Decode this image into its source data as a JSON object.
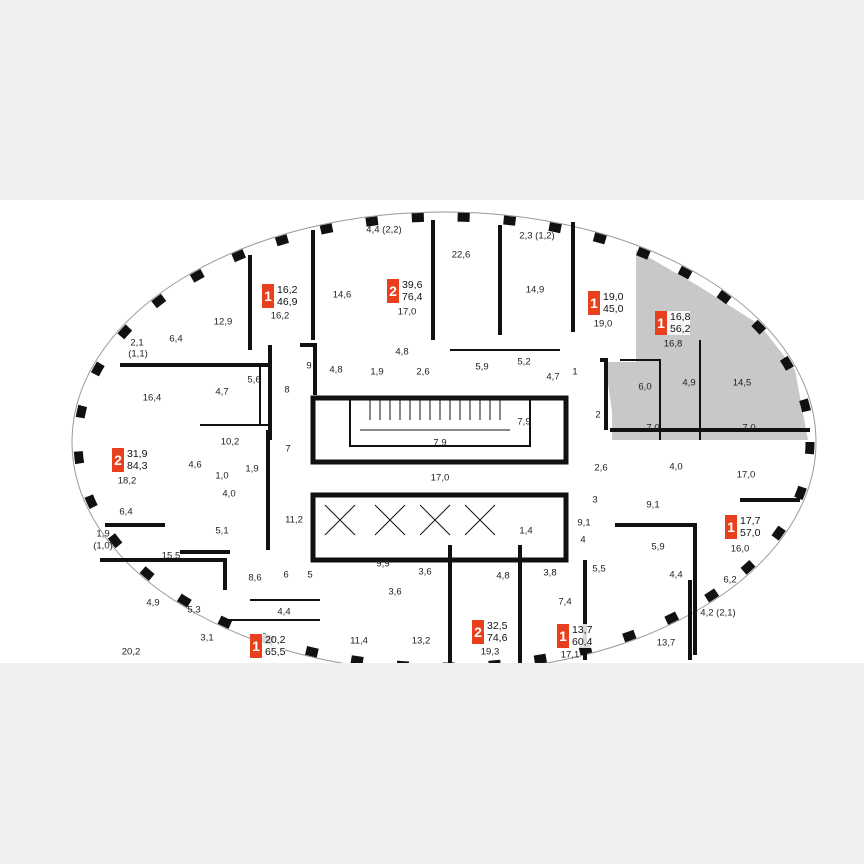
{
  "colors": {
    "badge": "#e8401c",
    "selected_apartment": "#c8c8c8",
    "wall": "#111111",
    "background": "#efefef"
  },
  "apartments": [
    {
      "rooms": "1",
      "living": "16,2",
      "total": "46,9",
      "room": "16,2"
    },
    {
      "rooms": "2",
      "living": "39,6",
      "total": "76,4",
      "room": "17,0"
    },
    {
      "rooms": "1",
      "living": "19,0",
      "total": "45,0",
      "room": "19,0"
    },
    {
      "rooms": "1",
      "living": "16,8",
      "total": "56,2",
      "room": "16,8",
      "selected": true
    },
    {
      "rooms": "2",
      "living": "31,9",
      "total": "84,3",
      "room": "18,2"
    },
    {
      "rooms": "1",
      "living": "17,7",
      "total": "57,0",
      "room": "16,0"
    },
    {
      "rooms": "2",
      "living": "32,5",
      "total": "74,6",
      "room": "19,3"
    },
    {
      "rooms": "1",
      "living": "13,7",
      "total": "60,4",
      "room": "17,1"
    },
    {
      "rooms": "1",
      "living": "20,2",
      "total": "65,5"
    }
  ],
  "rooms": [
    "4,4 (2,2)",
    "2,3 (1,2)",
    "14,6",
    "22,6",
    "14,9",
    "12,9",
    "6,4",
    "2,1",
    "(1,1)",
    "16,4",
    "4,7",
    "5,6",
    "8",
    "9",
    "4,8",
    "4,8",
    "1,9",
    "2,6",
    "5,9",
    "5,2",
    "4,7",
    "1",
    "6,0",
    "4,9",
    "14,5",
    "2",
    "7,0",
    "7,0",
    "7,9",
    "7,9",
    "10,2",
    "7",
    "4,6",
    "1,0",
    "1,9",
    "17,0",
    "4,0",
    "2,6",
    "4,0",
    "17,0",
    "11,2",
    "5,1",
    "3",
    "9,1",
    "1,9",
    "(1,0)",
    "15,5",
    "1,4",
    "9,1",
    "4",
    "9,9",
    "3,6",
    "5,9",
    "5,5",
    "4,8",
    "3,8",
    "4,4",
    "8,6",
    "6",
    "5",
    "3,6",
    "7,4",
    "6,2",
    "4,2 (2,1)",
    "4,9",
    "5,3",
    "4,4",
    "3,1",
    "11,4",
    "13,2",
    "13,7",
    "20,2",
    "6,4"
  ]
}
